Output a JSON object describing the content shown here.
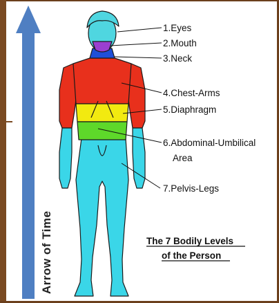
{
  "arrow_label": "Arrow of Time",
  "levels": [
    {
      "label": "1.Eyes",
      "color": "#4fd6e0"
    },
    {
      "label": "2.Mouth",
      "color": "#9b3fd0"
    },
    {
      "label": "3.Neck",
      "color": "#1f4fd8"
    },
    {
      "label": "4.Chest-Arms",
      "color": "#e8301c"
    },
    {
      "label": "5.Diaphragm",
      "color": "#f2ea10"
    },
    {
      "label": "6.Abdominal-Umbilical",
      "color": "#5ed82a"
    },
    {
      "label": "Area",
      "color": "#5ed82a"
    },
    {
      "label": "7.Pelvis-Legs",
      "color": "#3ad6e8"
    }
  ],
  "caption": {
    "line1": "The 7 Bodily Levels",
    "line2": "of the Person"
  },
  "colors": {
    "arrow": "#4f7fc2",
    "frame": "#7a4a22",
    "skin_blue": "#3ad6e8",
    "chest_red": "#e8301c",
    "diaphragm_yellow": "#f2ea10",
    "abdomen_green": "#5ed82a",
    "neck_blue": "#1f4fd8",
    "mouth_purple": "#9b3fd0"
  }
}
